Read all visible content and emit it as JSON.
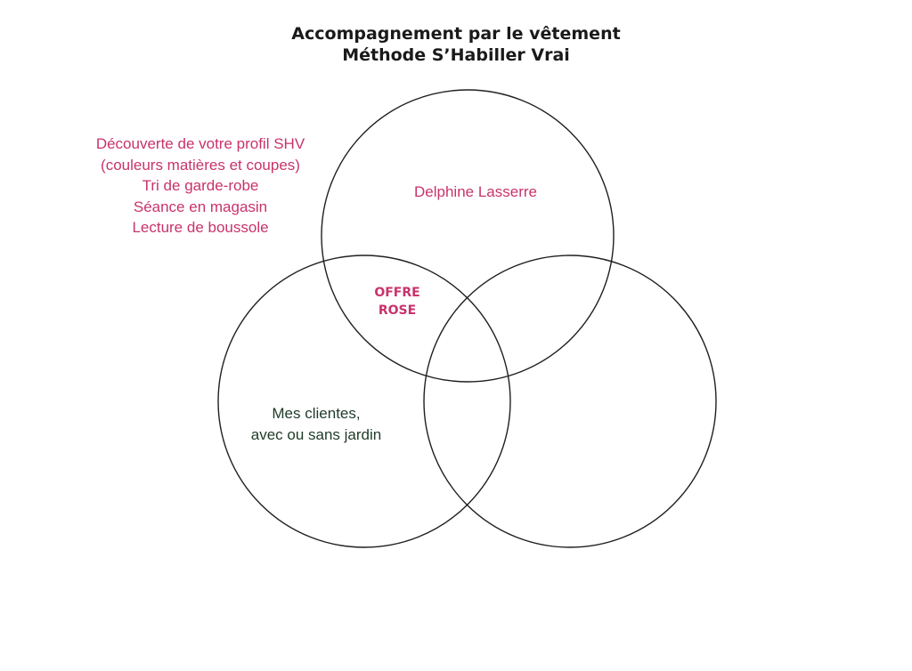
{
  "title": {
    "line1": "Accompagnement par le vêtement",
    "line2": "Méthode S’Habiller Vrai"
  },
  "services": [
    "Découverte de votre profil SHV",
    "(couleurs matières et coupes)",
    "Tri de garde-robe",
    "Séance en magasin",
    "Lecture de boussole"
  ],
  "circles": {
    "top": {
      "label": "Delphine Lasserre"
    },
    "left": {
      "label_line1": "Mes clientes,",
      "label_line2": "avec ou sans jardin"
    },
    "right": {
      "label": ""
    }
  },
  "intersection": {
    "line1": "OFFRE",
    "line2": "ROSE"
  },
  "colors": {
    "accent": "#c8336b",
    "secondary": "#1f3b2a",
    "outline": "#1f1f1f"
  }
}
